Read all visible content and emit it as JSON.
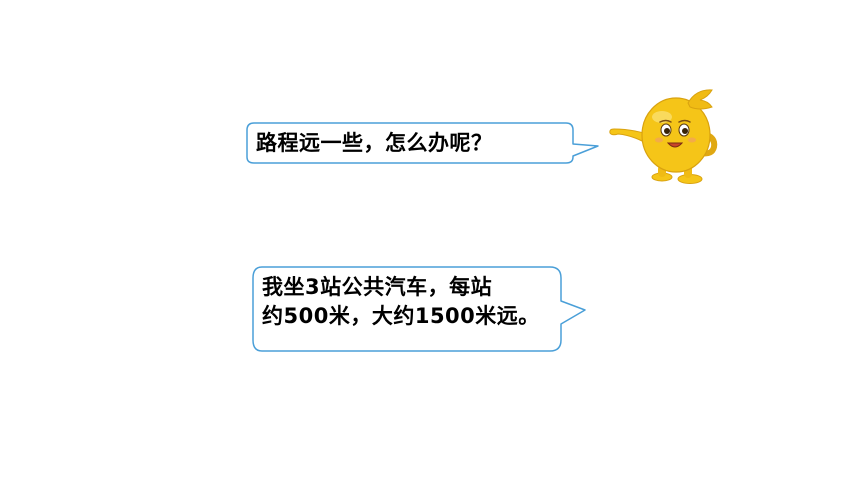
{
  "bubbles": {
    "question": {
      "text": "路程远一些，怎么办呢？"
    },
    "answer": {
      "line1": "我坐3站公共汽车，每站",
      "line2": "约500米，大约1500米远。"
    }
  },
  "colors": {
    "bubble_border": "#4a9fd8",
    "bubble_fill": "#ffffff",
    "text": "#000000",
    "mascot_body": "#f5c518",
    "mascot_shade": "#e0a812"
  },
  "icons": {
    "mascot": "cartoon-character-icon"
  }
}
